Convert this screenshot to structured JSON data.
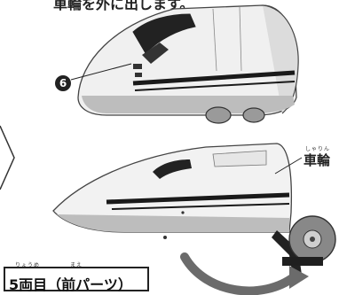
{
  "top_text": "車輪を外に出します。",
  "step_number": "6",
  "part_label": "車輪",
  "part_ruby": "しゃりん",
  "caption": "5両目（前パーツ）",
  "caption_ruby_yome": "りょうめ",
  "caption_ruby_mae": "まえ",
  "colors": {
    "ink": "#222222",
    "body_light": "#f2f2f2",
    "body_shade": "#c8c8c8",
    "stripe": "#1a1a1a",
    "arrow": "#6b6b6b"
  }
}
